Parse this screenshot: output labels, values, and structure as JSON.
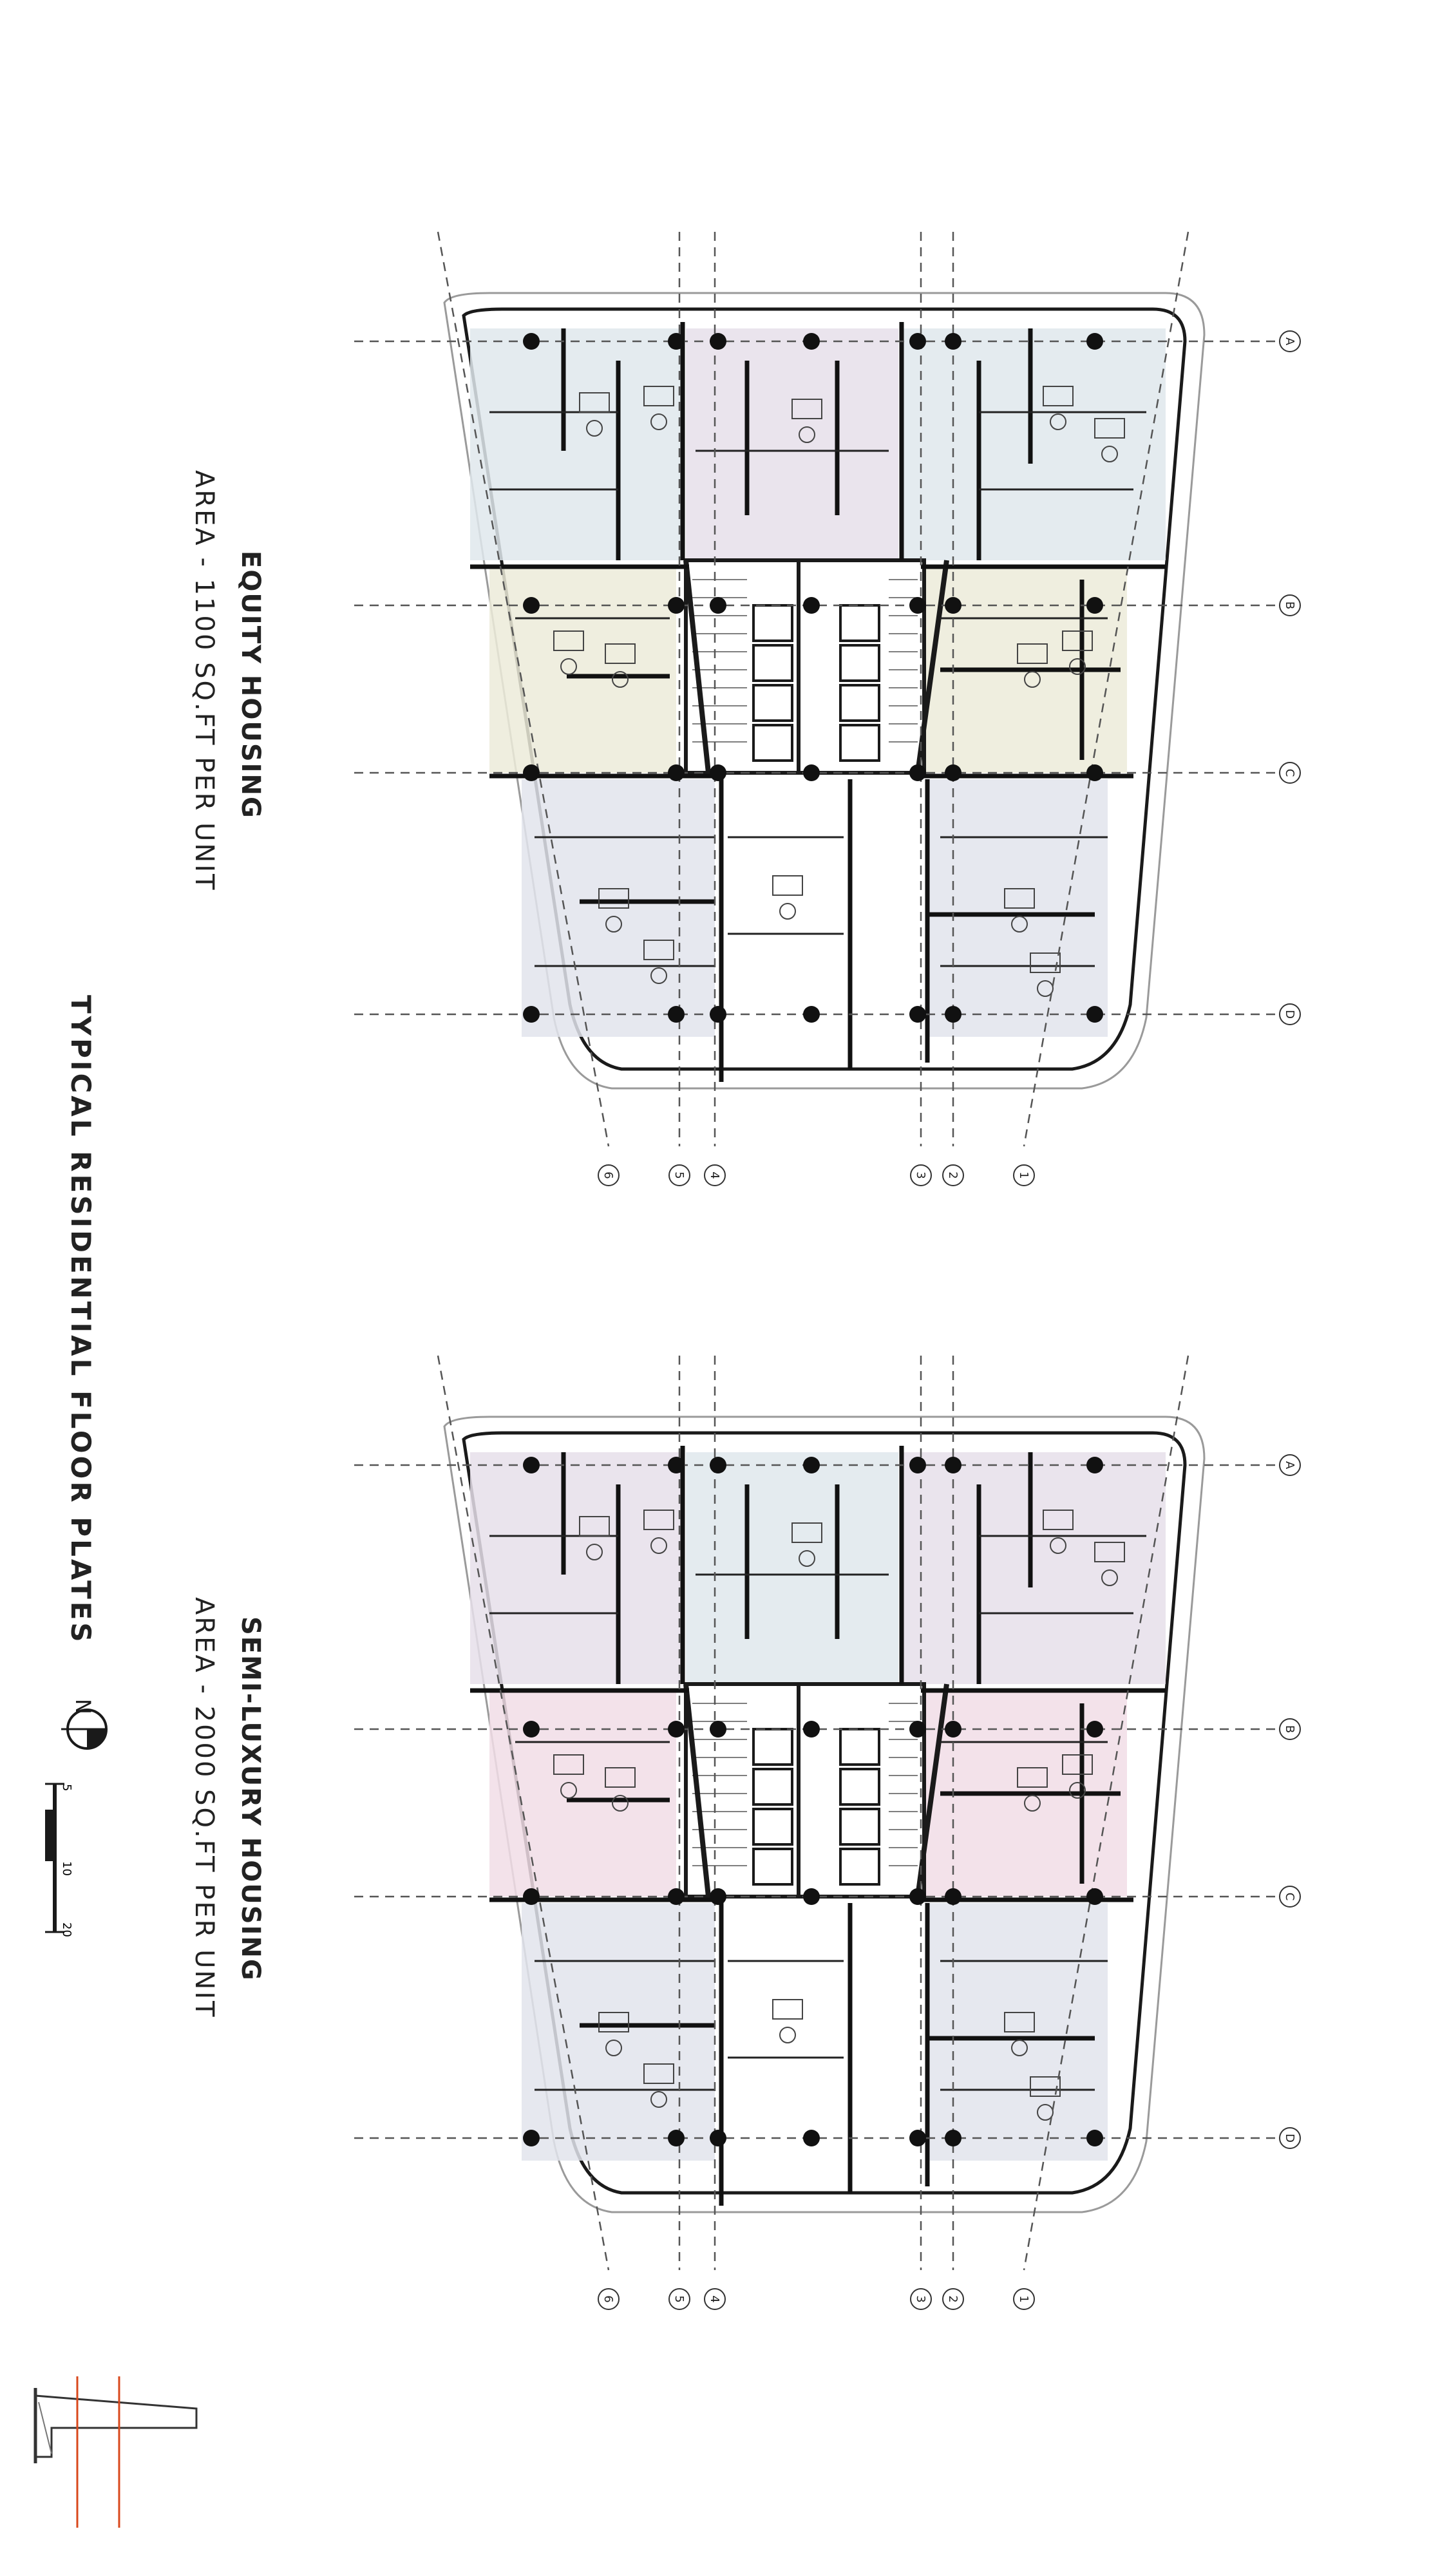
{
  "sheet_title": "TYPICAL RESIDENTIAL FLOOR PLATES",
  "plans": [
    {
      "id": "equity",
      "title": "EQUITY HOUSING",
      "subtitle": "AREA - 1100 SQ.FT PER UNIT"
    },
    {
      "id": "semi-luxury",
      "title": "SEMI-LUXURY HOUSING",
      "subtitle": "AREA - 2000 SQ.FT PER UNIT"
    }
  ],
  "grid_letters": [
    "A",
    "B",
    "C",
    "D"
  ],
  "grid_numbers": [
    "1",
    "2",
    "3",
    "4",
    "5",
    "6"
  ],
  "north_label": "N",
  "scale_ticks": [
    "5",
    "10",
    "20"
  ],
  "colors": {
    "line": "#1a1a1a",
    "grid": "#555555",
    "unit_blue": "#dfe7ec",
    "unit_lilac": "#e6dfea",
    "unit_cream": "#ecebd9",
    "unit_pink": "#f1dde6",
    "unit_grey": "#e2e4ec",
    "accent_red": "#d9481c"
  }
}
